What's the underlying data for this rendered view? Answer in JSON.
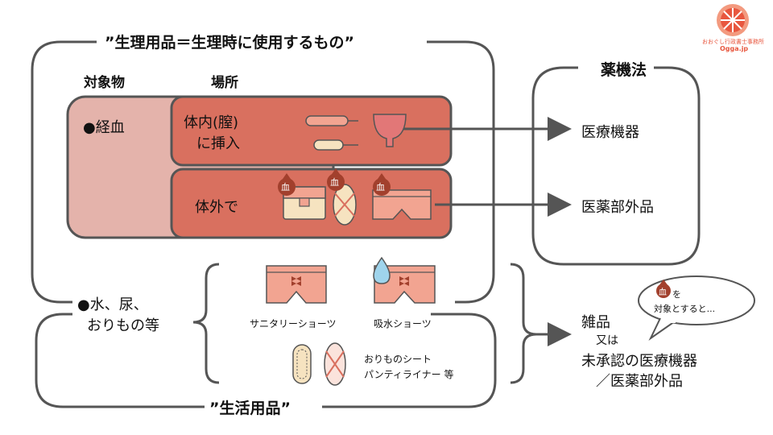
{
  "titles": {
    "seiri": "”生理用品＝生理時に使用するもの”",
    "seikatsu": "”生活用品”",
    "yakki": "薬機法"
  },
  "headers": {
    "target": "対象物",
    "place": "場所"
  },
  "targets": {
    "menses": "●経血",
    "others_line1": "●水、尿、",
    "others_line2": "おりもの等"
  },
  "places": {
    "inside_line1": "体内(膣)",
    "inside_line2": "に挿入",
    "outside": "体外で"
  },
  "badge": "血",
  "results": {
    "medical_device": "医療機器",
    "quasi_drug": "医薬部外品",
    "misc_line1": "雑品",
    "misc_line2": "又は",
    "misc_line3": "未承認の医療機器",
    "misc_line4": "／医薬部外品"
  },
  "products": {
    "sanitary_shorts": "サニタリーショーツ",
    "absorbent_shorts": "吸水ショーツ",
    "liner_line1": "おりものシート",
    "liner_line2": "パンティライナー 等"
  },
  "bubble": {
    "line1": "を",
    "line2": "対象とすると..."
  },
  "logo": {
    "line1": "おおぐし行政書士事務所",
    "line2": "Ogga.jp"
  },
  "colors": {
    "deep": "#d9705f",
    "light": "#e4b3ab",
    "outline": "#555555",
    "badge": "#a2402d",
    "product": "#f2a491"
  }
}
